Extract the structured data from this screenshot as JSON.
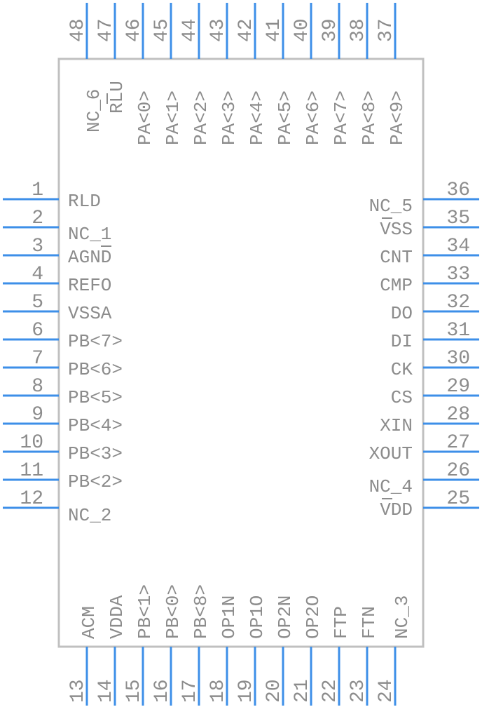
{
  "colors": {
    "background": "#ffffff",
    "body_outline": "#c0c0c0",
    "pin": "#3d8fe8",
    "text": "#8c8c8c"
  },
  "left_pins": [
    {
      "number": "1",
      "name": "RLD"
    },
    {
      "number": "2",
      "name": "NC_1"
    },
    {
      "number": "3",
      "name": "AGND"
    },
    {
      "number": "4",
      "name": "REFO"
    },
    {
      "number": "5",
      "name": "VSSA"
    },
    {
      "number": "6",
      "name": "PB<7>"
    },
    {
      "number": "7",
      "name": "PB<6>"
    },
    {
      "number": "8",
      "name": "PB<5>"
    },
    {
      "number": "9",
      "name": "PB<4>"
    },
    {
      "number": "10",
      "name": "PB<3>"
    },
    {
      "number": "11",
      "name": "PB<2>"
    },
    {
      "number": "12",
      "name": "NC_2"
    }
  ],
  "bottom_pins": [
    {
      "number": "13",
      "name": "ACM"
    },
    {
      "number": "14",
      "name": "VDDA"
    },
    {
      "number": "15",
      "name": "PB<1>"
    },
    {
      "number": "16",
      "name": "PB<0>"
    },
    {
      "number": "17",
      "name": "PB<8>"
    },
    {
      "number": "18",
      "name": "OP1N"
    },
    {
      "number": "19",
      "name": "OP1O"
    },
    {
      "number": "20",
      "name": "OP2N"
    },
    {
      "number": "21",
      "name": "OP2O"
    },
    {
      "number": "22",
      "name": "FTP"
    },
    {
      "number": "23",
      "name": "FTN"
    },
    {
      "number": "24",
      "name": "NC_3"
    }
  ],
  "right_pins": [
    {
      "number": "25",
      "name": "VDD"
    },
    {
      "number": "26",
      "name": "NC_4"
    },
    {
      "number": "27",
      "name": "XOUT"
    },
    {
      "number": "28",
      "name": "XIN"
    },
    {
      "number": "29",
      "name": "CS"
    },
    {
      "number": "30",
      "name": "CK"
    },
    {
      "number": "31",
      "name": "DI"
    },
    {
      "number": "32",
      "name": "DO"
    },
    {
      "number": "33",
      "name": "CMP"
    },
    {
      "number": "34",
      "name": "CNT"
    },
    {
      "number": "35",
      "name": "VSS"
    },
    {
      "number": "36",
      "name": "NC_5"
    }
  ],
  "top_pins": [
    {
      "number": "37",
      "name": "PA<9>"
    },
    {
      "number": "38",
      "name": "PA<8>"
    },
    {
      "number": "39",
      "name": "PA<7>"
    },
    {
      "number": "40",
      "name": "PA<6>"
    },
    {
      "number": "41",
      "name": "PA<5>"
    },
    {
      "number": "42",
      "name": "PA<4>"
    },
    {
      "number": "43",
      "name": "PA<3>"
    },
    {
      "number": "44",
      "name": "PA<2>"
    },
    {
      "number": "45",
      "name": "PA<1>"
    },
    {
      "number": "46",
      "name": "PA<0>"
    },
    {
      "number": "47",
      "name": "RLU"
    },
    {
      "number": "48",
      "name": "NC_6"
    }
  ]
}
